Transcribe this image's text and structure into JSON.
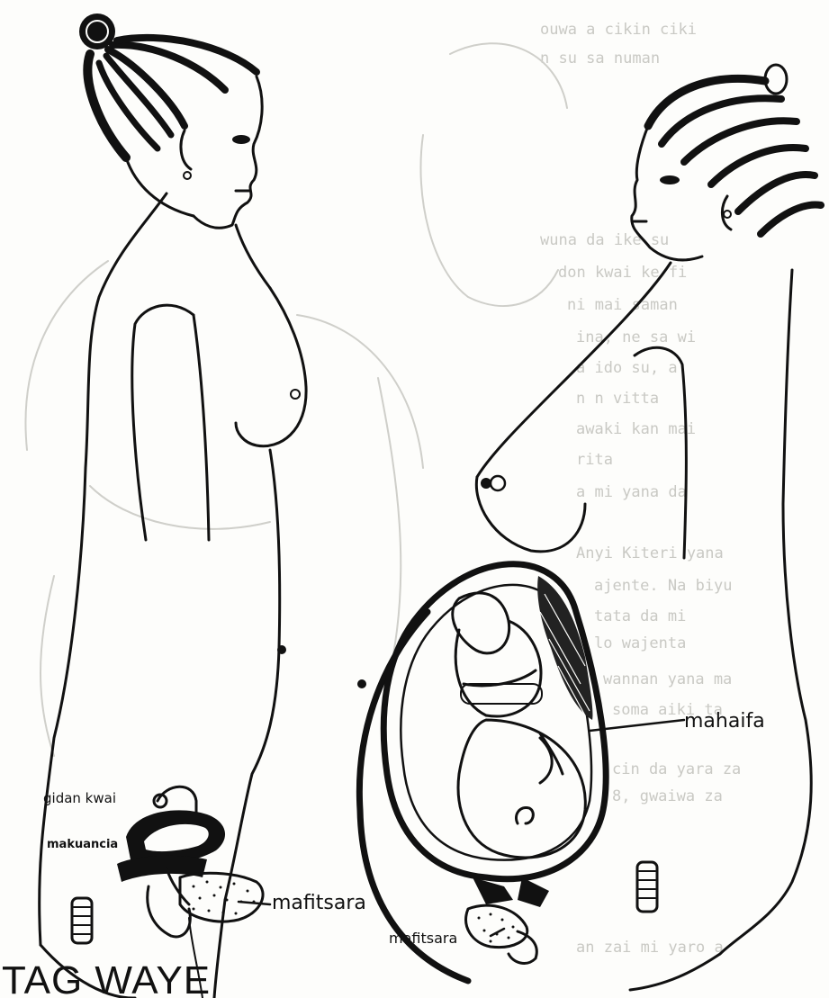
{
  "caption": "TAG WAYE",
  "labels": {
    "gidan_kwai": "gidan kwai",
    "makuancia": "makuancia",
    "mafitsara_left": "mafitsara",
    "mahaifa": "mahaifa",
    "mafitsara_right": "mafitsara"
  },
  "bleed_lines": [
    "ouwa a cikin ciki",
    "n su sa numan",
    "wuna da ike su",
    "don kwai ke fi",
    "ni mai saman",
    "ina, ne sa wi",
    "a ido su, a",
    "n n vitta",
    "awaki kan mai",
    "rita",
    "a mi yana da",
    "Anyi Kiteri yana",
    "ajente. Na biyu",
    "tata da mi",
    "lo wajenta",
    "wannan yana ma ",
    "soma aiki ta ",
    "cin da yara za",
    "8, gwaiwa za",
    "an zai mi yaro a"
  ],
  "colors": {
    "ink": "#111111",
    "ghost": "#cfcfca",
    "paper": "#fdfdfb"
  }
}
